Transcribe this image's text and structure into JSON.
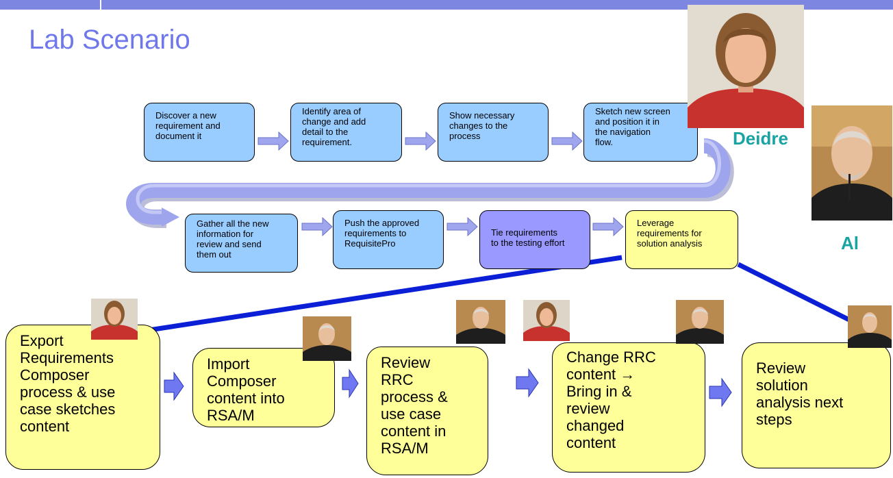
{
  "title": "Lab Scenario",
  "people": {
    "deidre": "Deidre",
    "al": "Al"
  },
  "top_row": [
    "Discover a new\nrequirement and\ndocument it",
    "Identify area of\nchange and add\ndetail to the\nrequirement.",
    "Show necessary\nchanges to the\nprocess",
    "Sketch new screen\nand position it in\nthe navigation\nflow."
  ],
  "mid_row": [
    "Gather all the new\ninformation for\nreview and send\nthem out",
    "Push the approved\nrequirements to\nRequisitePro",
    "Tie  requirements\nto the testing effort",
    "Leverage\nrequirements for\nsolution analysis"
  ],
  "bottom_row": [
    "Export\nRequirements\nComposer\nprocess & use\ncase sketches\ncontent",
    "Import\nComposer\ncontent into\nRSA/M",
    "Review\nRRC\nprocess &\nuse case\ncontent in\nRSA/M",
    "Change RRC\ncontent →\nBring in &\nreview\nchanged\ncontent",
    "Review\nsolution\nanalysis next\nsteps"
  ],
  "colors": {
    "title": "#6e78ea",
    "blue_box": "#99ccff",
    "lavender_box": "#9999ff",
    "yellow_box": "#ffff99",
    "connector": "#0b1fd6",
    "arrow_fill": "#9fa6ee",
    "name": "#1aa3a3"
  }
}
